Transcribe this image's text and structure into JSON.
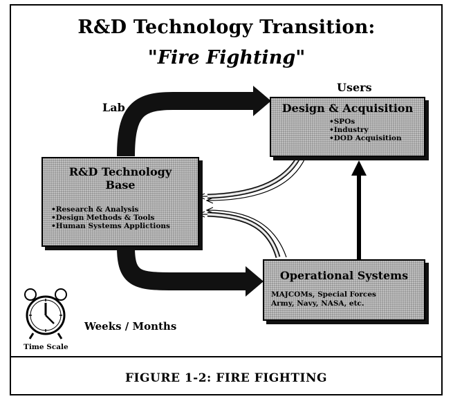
{
  "title": {
    "line1": "R&D Technology Transition:",
    "line2_quote_open": "\"",
    "line2_italic": "Fire Fighting",
    "line2_quote_close": "\""
  },
  "labels": {
    "users": "Users",
    "lab": "Lab",
    "weeks_months": "Weeks / Months",
    "time_scale": "Time Scale"
  },
  "boxes": {
    "rd_base": {
      "title_line1": "R&D Technology",
      "title_line2": "Base",
      "items": [
        "Research & Analysis",
        "Design Methods & Tools",
        "Human Systems Applictions"
      ]
    },
    "design_acq": {
      "title": "Design & Acquisition",
      "items": [
        "SPOs",
        "Industry",
        "DOD Acquisition"
      ]
    },
    "operational": {
      "title": "Operational Systems",
      "line1": "MAJCOMs, Special Forces",
      "line2": "Army, Navy, NASA, etc."
    }
  },
  "caption": "FIGURE 1-2:  FIRE FIGHTING"
}
